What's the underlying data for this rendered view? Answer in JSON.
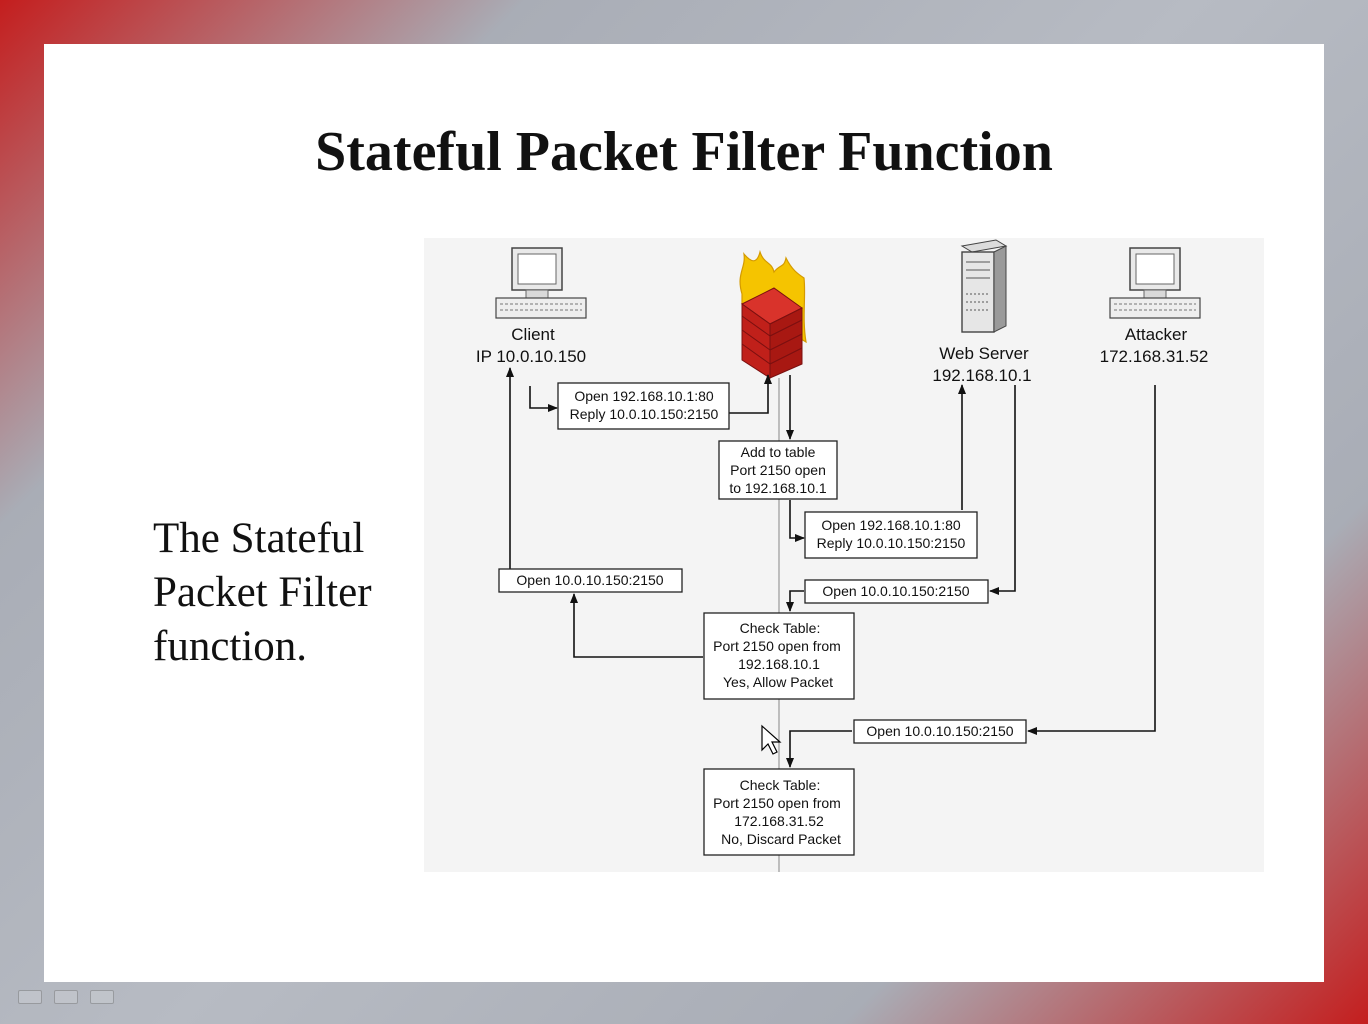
{
  "slide": {
    "title": "Stateful Packet Filter Function",
    "body_lines": [
      "The Stateful",
      "Packet Filter",
      "function."
    ]
  },
  "diagram": {
    "nodes": {
      "client": {
        "name": "Client",
        "ip": "IP 10.0.10.150"
      },
      "web_server": {
        "name": "Web Server",
        "ip": "192.168.10.1"
      },
      "attacker": {
        "name": "Attacker",
        "ip": "172.168.31.52"
      }
    },
    "boxes": {
      "open_request": [
        "Open 192.168.10.1:80",
        "Reply 10.0.10.150:2150"
      ],
      "add_table": [
        "Add to table",
        "Port 2150 open",
        "to 192.168.10.1"
      ],
      "forward_request": [
        "Open 192.168.10.1:80",
        "Reply 10.0.10.150:2150"
      ],
      "to_client": [
        "Open 10.0.10.150:2150"
      ],
      "server_reply": [
        "Open 10.0.10.150:2150"
      ],
      "check_allow": [
        "Check Table:",
        "Port 2150 open from",
        "192.168.10.1",
        "Yes, Allow Packet"
      ],
      "attacker_packet": [
        "Open 10.0.10.150:2150"
      ],
      "check_discard": [
        "Check Table:",
        "Port 2150 open from",
        "172.168.31.52",
        "No, Discard Packet"
      ]
    },
    "colors": {
      "firewall_brick": "#c0201a",
      "flame": "#f5c400",
      "background": "#f4f4f4"
    }
  }
}
